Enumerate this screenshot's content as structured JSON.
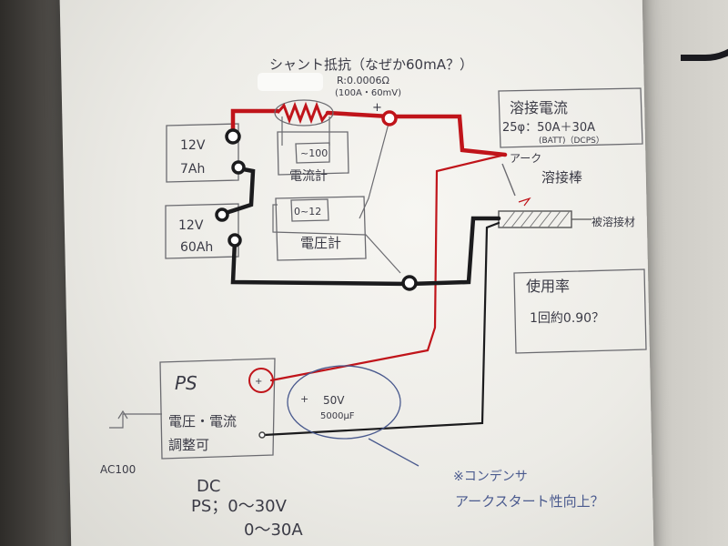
{
  "shunt": {
    "title": "シャント抵抗（なぜか60mA？）",
    "spec_r": "R:0.0006Ω",
    "spec_rating": "(100A・60mV)",
    "plus": "+"
  },
  "battery_1": {
    "voltage": "12V",
    "capacity": "7Ah"
  },
  "battery_2": {
    "voltage": "12V",
    "capacity": "60Ah"
  },
  "ammeter": {
    "range": "~100",
    "label": "電流計"
  },
  "voltmeter": {
    "range": "0~12",
    "label": "電圧計"
  },
  "current_box": {
    "title": "溶接電流",
    "formula": "25φ：50A＋30A",
    "note": "(BATT)（DCPS）"
  },
  "arc": {
    "label": "アーク"
  },
  "electrode": {
    "label": "溶接棒"
  },
  "workpiece": {
    "label": "被溶接材"
  },
  "duty_box": {
    "title": "使用率",
    "value": "1回約0.90？"
  },
  "ps": {
    "label": "PS",
    "plus": "+",
    "desc_line1": "電圧・電流",
    "desc_line2": "調整可",
    "input": "AC100"
  },
  "capacitor": {
    "plus": "+",
    "voltage": "50V",
    "capacity": "5000μF"
  },
  "dc_spec": {
    "line1": "DC",
    "line2": "PS；0～30V",
    "line3": "0～30A"
  },
  "cap_note": {
    "line1": "※コンデンサ",
    "line2": "アークスタート性向上？"
  },
  "colors": {
    "red_wire": "#c0141a",
    "black_wire": "#1b1b1d",
    "pencil": "#5c5c62",
    "blue_ink": "#4a5a8e"
  }
}
